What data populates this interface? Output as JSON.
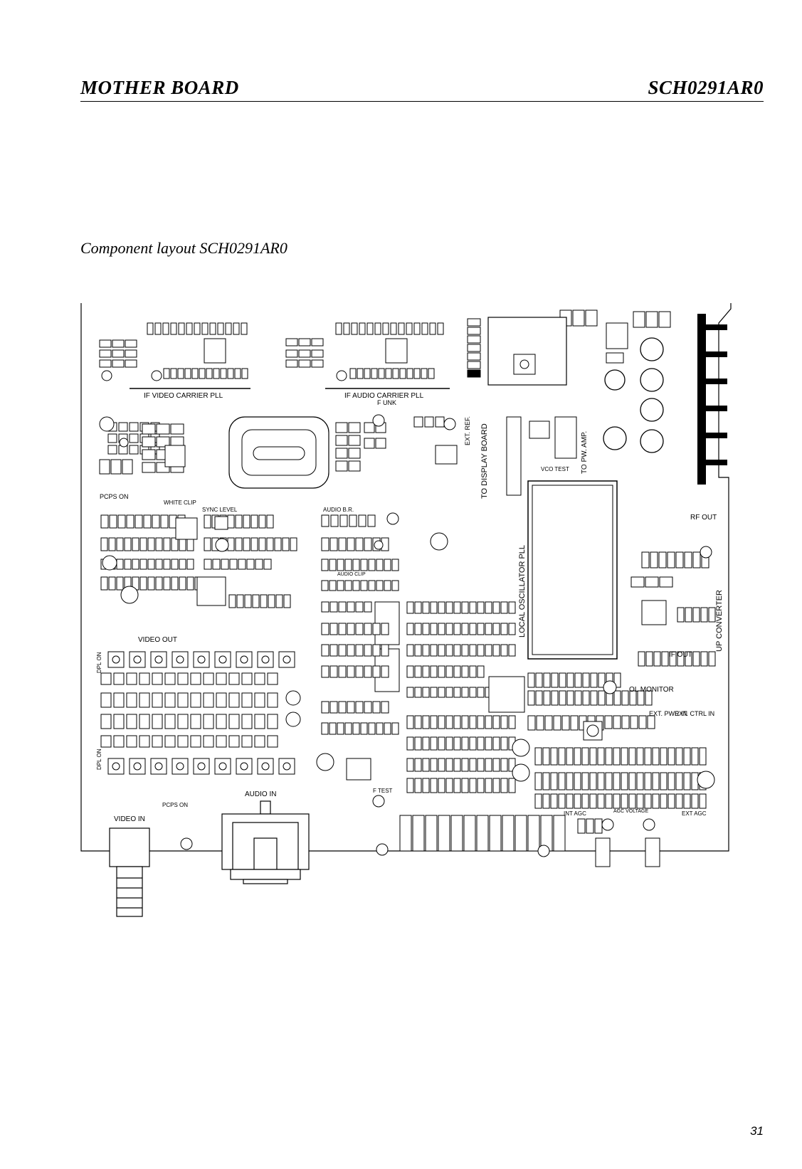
{
  "header": {
    "left_title": "MOTHER BOARD",
    "right_title": "SCH0291AR0"
  },
  "figure": {
    "caption": "Component layout SCH0291AR0",
    "labels": {
      "if_video_pll": "IF VIDEO CARRIER PLL",
      "if_audio_pll": "IF AUDIO CARRIER PLL",
      "f_unk": "F UNK",
      "to_display_board": "TO DISPLAY BOARD",
      "ext_ref": "EXT. REF.",
      "to_pw_amp": "TO PW. AMP.",
      "vco_test": "VCO TEST",
      "pcps_on_top": "PCPS ON",
      "white_clip": "WHITE CLIP",
      "sync_level": "SYNC LEVEL",
      "audio_br": "AUDIO B.R.",
      "audio_clip": "AUDIO CLIP",
      "local_osc_pll": "LOCAL OSCILLATOR PLL",
      "rf_out": "RF OUT",
      "up_converter": "UP CONVERTER",
      "video_out": "VIDEO OUT",
      "if_out": "IF OUT",
      "ol_monitor": "OL MONITOR",
      "ext_pwr_in": "EXT. PWR IN",
      "ext_ctrl_in": "EXT. CTRL IN",
      "audio_in": "AUDIO IN",
      "video_in": "VIDEO IN",
      "pcps_on_bottom": "PCPS ON",
      "f_test": "F TEST",
      "int_agc": "INT AGC",
      "agc_voltage": "AGC VOLTAGE",
      "ext_agc": "EXT AGC",
      "dpl_on_top": "DPL ON",
      "dpl_on_bottom": "DPL ON"
    }
  },
  "footer": {
    "page_number": "31"
  }
}
